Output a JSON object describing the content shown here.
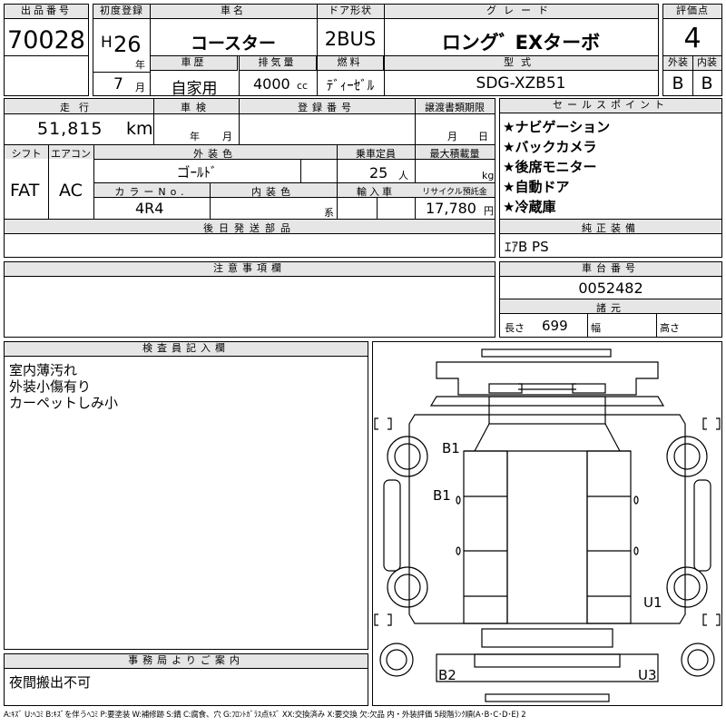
{
  "top": {
    "lot_header": "出品番号",
    "lot_number": "70028",
    "first_reg_header": "初度登録",
    "era": "H",
    "year": "26",
    "year_unit": "年",
    "month": "7",
    "month_unit": "月",
    "car_name_header": "車名",
    "car_name": "コースター",
    "door_header": "ドア形状",
    "door": "2BUS",
    "grade_header": "グレード",
    "grade": "ロングﾞ EXターボ",
    "score_header": "評価点",
    "score": "4",
    "history_header": "車歴",
    "history": "自家用",
    "displacement_header": "排気量",
    "displacement": "4000",
    "displacement_unit": "cc",
    "fuel_header": "燃料",
    "fuel": "ﾃﾞｨｰｾﾞﾙ",
    "model_header": "型式",
    "model": "SDG-XZB51",
    "exterior_header": "外装",
    "interior_header": "内装",
    "exterior_grade": "B",
    "interior_grade": "B"
  },
  "middle": {
    "mileage_header": "走行",
    "mileage": "51,815",
    "mileage_unit": "km",
    "inspection_header": "車検",
    "inspection_year_unit": "年",
    "inspection_month_unit": "月",
    "reg_number_header": "登録番号",
    "transfer_doc_header": "譲渡書類期限",
    "transfer_month_unit": "月",
    "transfer_day_unit": "日",
    "shift_header": "シフト",
    "shift": "FAT",
    "ac_header": "エアコン",
    "ac": "AC",
    "color_header": "外装色",
    "color": "ゴｰﾙﾄﾞ",
    "capacity_header": "乗車定員",
    "capacity": "25",
    "capacity_unit": "人",
    "max_load_header": "最大積載量",
    "max_load_unit": "kg",
    "color_no_header": "カラーNo.",
    "color_no": "4R4",
    "interior_color_header": "内装色",
    "interior_color_unit": "系",
    "import_header": "輸入車",
    "recycle_header": "リサイクル預託金",
    "recycle": "17,780",
    "recycle_unit": "円",
    "later_parts_header": "後日発送部品",
    "selling_points_header": "セールスポイント",
    "selling_points": [
      "★ナビゲーション",
      "★バックカメラ",
      "★後席モニター",
      "★自動ドア",
      "★冷蔵庫"
    ],
    "equipment_header": "純正装備",
    "equipment": "ｴｱB PS"
  },
  "notes": {
    "caution_header": "注意事項欄",
    "chassis_header": "車台番号",
    "chassis": "0052482",
    "specs_header": "諸元",
    "length_label": "長さ",
    "length": "699",
    "width_label": "幅",
    "height_label": "高さ"
  },
  "inspector": {
    "header": "検査員記入欄",
    "lines": [
      "室内薄汚れ",
      "外装小傷有り",
      "カーペットしみ小"
    ]
  },
  "office": {
    "header": "事務局よりご案内",
    "text": "夜間搬出不可"
  },
  "diagram": {
    "marks": [
      {
        "label": "B1",
        "part": "front-left-door"
      },
      {
        "label": "B1",
        "part": "left-side-panel"
      },
      {
        "label": "U1",
        "part": "right-rear-quarter"
      },
      {
        "label": "B2",
        "part": "rear-bumper-left"
      },
      {
        "label": "U3",
        "part": "rear-bumper-right"
      }
    ]
  },
  "legend": "A:ｷｽﾞ U:ﾍｺﾐ B:ｷｽﾞを伴うﾍｺﾐ P:要塗装 W:補修跡 S:錆 C:腐食、穴 G:ﾌﾛﾝﾄｶﾞﾗｽ点ｷｽﾞ XX:交換済み X:要交換 欠:欠品 内・外装評価 5段階ﾗﾝｸ順(A･B･C･D･E) 2"
}
